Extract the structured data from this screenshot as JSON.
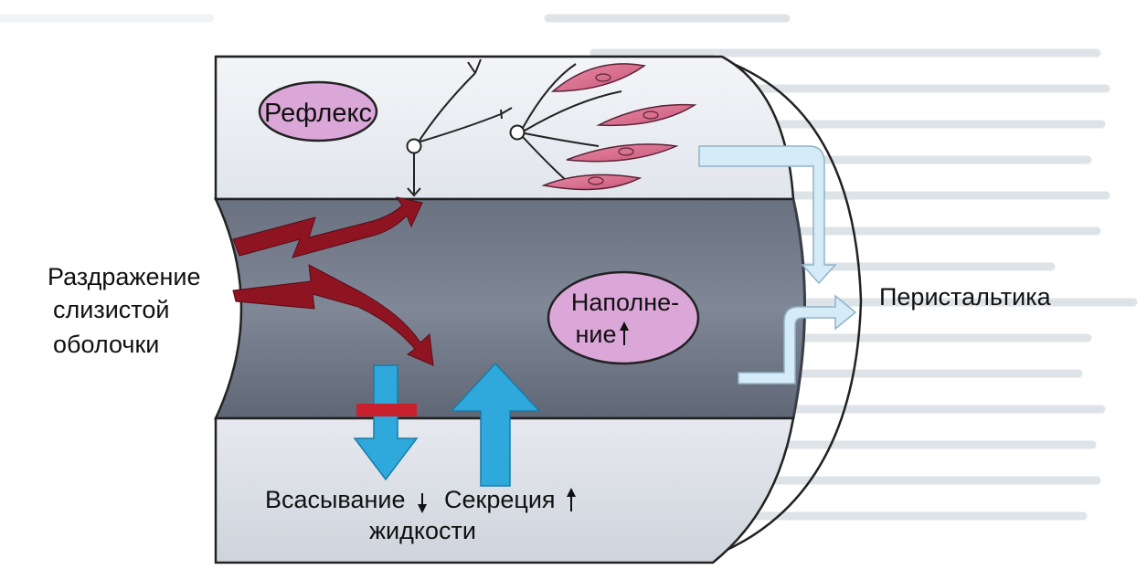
{
  "labels": {
    "reflex": "Рефлекс",
    "irritation_line1": "Раздражение",
    "irritation_line2": "слизистой",
    "irritation_line3": "оболочки",
    "filling_line1": "Наполне-",
    "filling_line2": "ние",
    "peristalsis": "Перистальтика",
    "absorption": "Всасывание",
    "secretion": "Секреция",
    "fluids": "жидкости"
  },
  "colors": {
    "background_text": "#b9c4cf",
    "top_band": "#edf0f5",
    "lumen": "#6f7786",
    "bottom_band": "#dfe3ea",
    "muscle_cell": "#d86a8c",
    "bubble_fill": "#dba7d8",
    "arrow_dark_red": "#8e1422",
    "arrow_blue": "#2fa9dc",
    "arrow_light_blue": "#d5ebf7",
    "block_bar": "#c8202d"
  }
}
